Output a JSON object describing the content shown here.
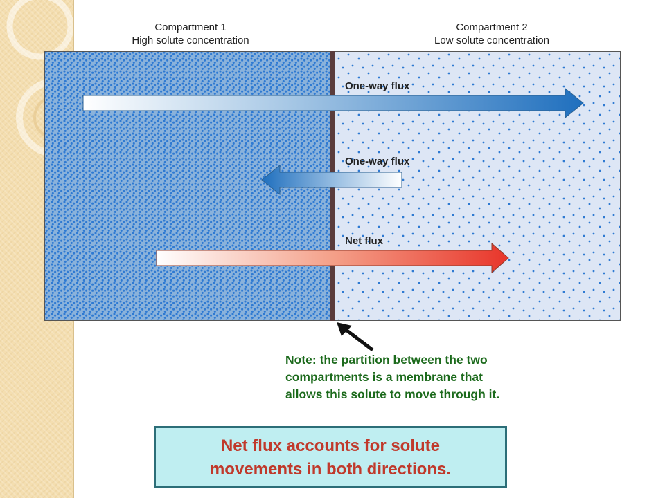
{
  "compartments": {
    "left": {
      "title": "Compartment 1",
      "subtitle": "High solute concentration"
    },
    "right": {
      "title": "Compartment 2",
      "subtitle": "Low solute concentration"
    }
  },
  "fluxes": {
    "forward": {
      "label": "One-way flux"
    },
    "backward": {
      "label": "One-way flux"
    },
    "net": {
      "label": "Net flux"
    }
  },
  "note": {
    "lines": [
      "Note: the partition between the two",
      "compartments is a membrane that",
      "allows this solute to move through it."
    ]
  },
  "summary": {
    "lines": [
      "Net flux accounts for solute",
      "movements in both directions."
    ]
  },
  "colors": {
    "left_fill": "#8ab2db",
    "right_fill": "#dde6f5",
    "particle": "#2f7ad2",
    "membrane": "#5a3c3c",
    "net_arrow": "#e8352a",
    "flux_arrow": "#1f6fbe",
    "note_text": "#1c6a1c",
    "summary_text": "#c0392b",
    "summary_bg": "#bfeef1",
    "summary_border": "#2c6e78"
  }
}
